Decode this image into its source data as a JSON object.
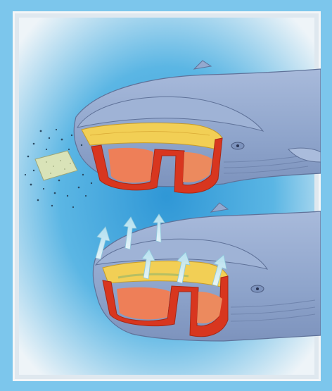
{
  "figure": {
    "panels": [
      {
        "stage": "intake",
        "description_visible_text": ""
      },
      {
        "stage": "expulsion",
        "description_visible_text": ""
      }
    ],
    "colors": {
      "page_border": "#7cc6ec",
      "panel_background": "#f4f6f8",
      "water": "#3fa6dd",
      "whale_body": "#93a9cf",
      "whale_belly": "#b8c7e0",
      "baleen_filter": "#f2cf55",
      "mouth_wall": "#d8361f",
      "tongue": "#ee7f58",
      "water_flow_arrows": "#c9ebf4"
    },
    "icons": [
      "whale-illustration",
      "krill-cloud-icon",
      "water-flow-arrow-icon",
      "filter-patch-icon"
    ]
  }
}
